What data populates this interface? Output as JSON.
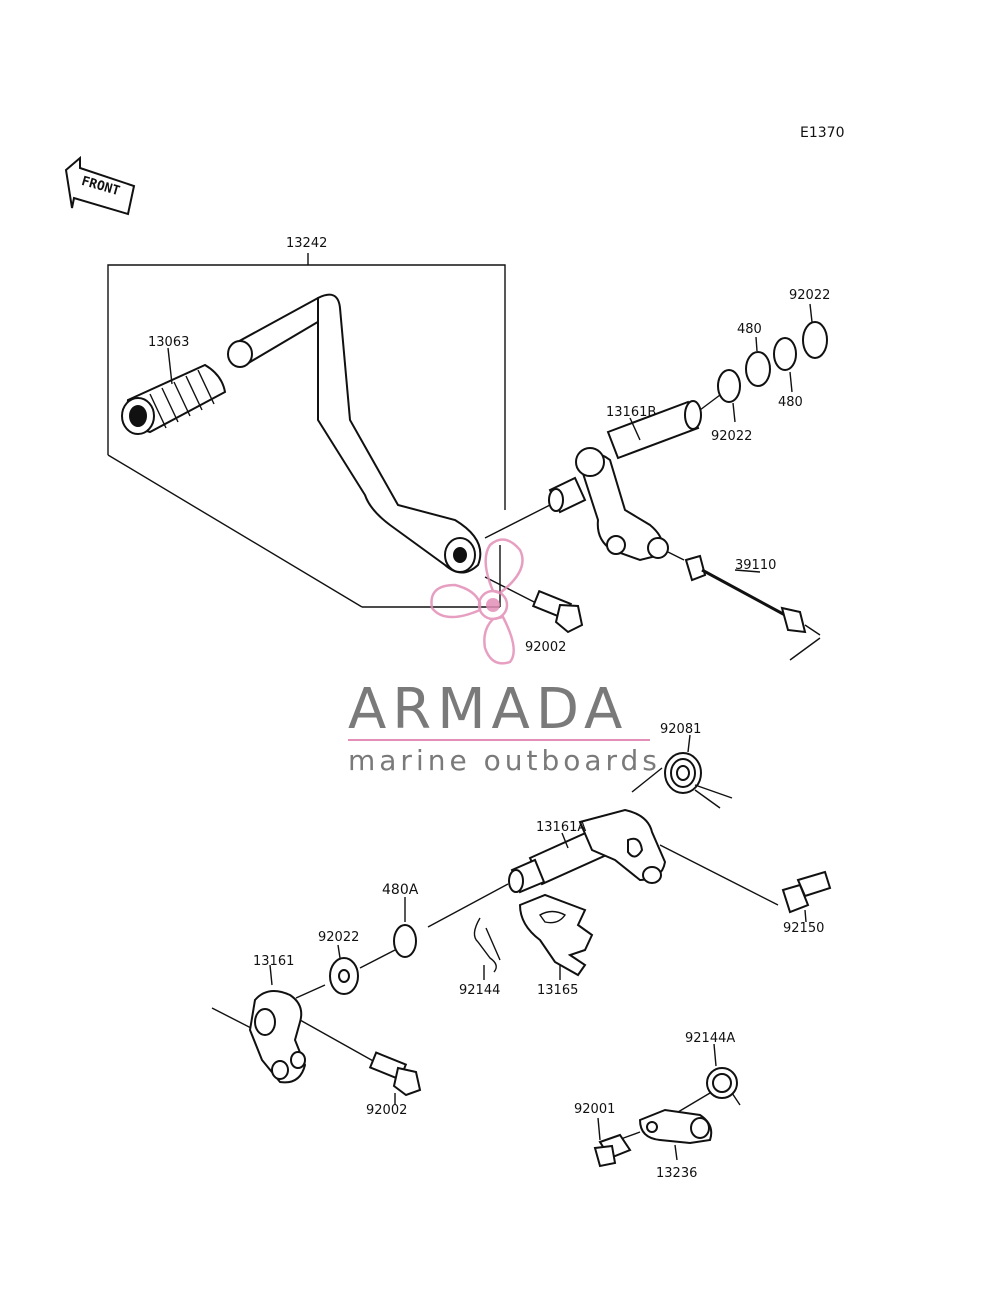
{
  "diagram_code": "E1370",
  "front_label": "FRONT",
  "brand": {
    "name": "ARMADA",
    "tagline": "marine outboards",
    "accent": "#e38fb7",
    "text_color": "#7a7a7a"
  },
  "parts": {
    "p13242": "13242",
    "p13063": "13063",
    "p92022a": "92022",
    "p480a": "480",
    "p480b": "480",
    "p13161B": "13161B",
    "p92022b": "92022",
    "p39110": "39110",
    "p92002a": "92002",
    "p92081": "92081",
    "p13161A": "13161A",
    "p480A": "480A",
    "p92022c": "92022",
    "p13161": "13161",
    "p92144": "92144",
    "p13165": "13165",
    "p92150": "92150",
    "p92002b": "92002",
    "p92144A": "92144A",
    "p92001": "92001",
    "p13236": "13236"
  }
}
